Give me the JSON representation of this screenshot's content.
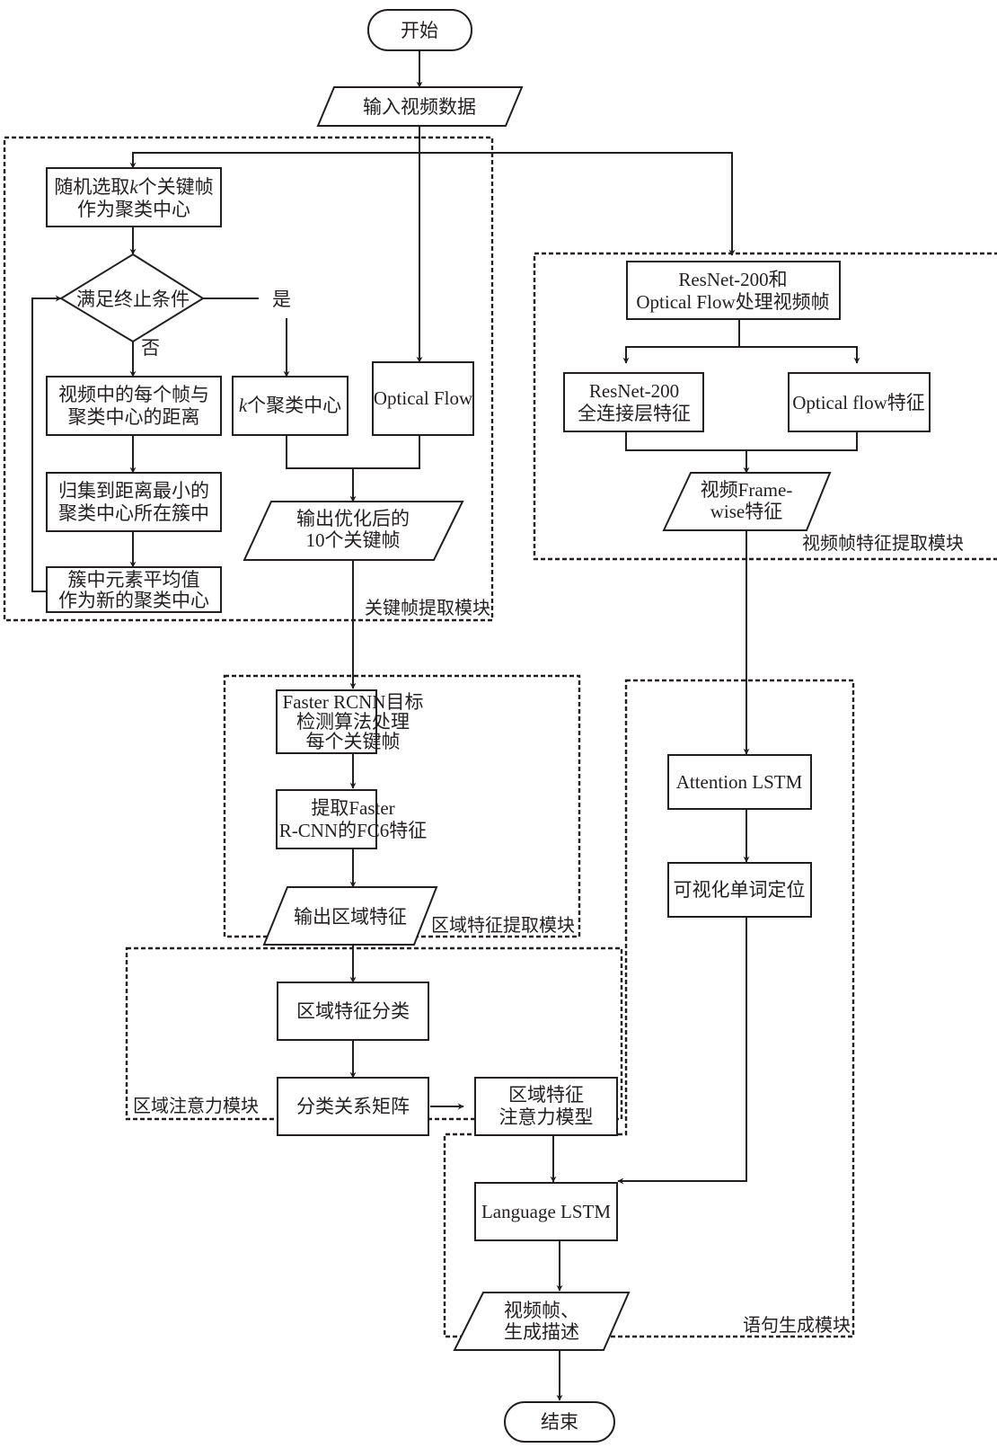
{
  "diagram": {
    "type": "flowchart",
    "accent_color": "#231f20",
    "background_color": "#ffffff",
    "nodes": {
      "start": {
        "shape": "terminal",
        "lines": [
          "开始"
        ]
      },
      "input": {
        "shape": "parallelogram",
        "lines": [
          "输入视频数据"
        ]
      },
      "random_select": {
        "shape": "process",
        "lines": [
          "随机选取k个关键帧",
          "作为聚类中心"
        ],
        "italic_prefix": "k"
      },
      "decision": {
        "shape": "decision",
        "lines": [
          "满足终止条件"
        ],
        "yes_label": "是",
        "no_label": "否"
      },
      "distance": {
        "shape": "process",
        "lines": [
          "视频中的每个帧与",
          "聚类中心的距离"
        ]
      },
      "assign": {
        "shape": "process",
        "lines": [
          "归集到距离最小的",
          "聚类中心所在簇中"
        ]
      },
      "update": {
        "shape": "process",
        "lines": [
          "簇中元素平均值",
          "作为新的聚类中心"
        ]
      },
      "k_centers": {
        "shape": "process",
        "lines": [
          "k个聚类中心"
        ]
      },
      "optical_flow": {
        "shape": "process",
        "lines": [
          "Optical Flow"
        ]
      },
      "keyframes_out": {
        "shape": "parallelogram",
        "lines": [
          "输出优化后的",
          "10个关键帧"
        ]
      },
      "resnet_of": {
        "shape": "process",
        "lines": [
          "ResNet-200和",
          "Optical Flow处理视频帧"
        ]
      },
      "resnet_fc": {
        "shape": "process",
        "lines": [
          "ResNet-200",
          "全连接层特征"
        ]
      },
      "of_feature": {
        "shape": "process",
        "lines": [
          "Optical flow特征"
        ]
      },
      "framewise": {
        "shape": "parallelogram",
        "lines": [
          "视频Frame-",
          "wise特征"
        ]
      },
      "faster_rcnn": {
        "shape": "process",
        "lines": [
          "Faster RCNN目标",
          "检测算法处理",
          "每个关键帧"
        ]
      },
      "fc6": {
        "shape": "process",
        "lines": [
          "提取Faster",
          "R-CNN的FC6特征"
        ]
      },
      "region_out": {
        "shape": "parallelogram",
        "lines": [
          "输出区域特征"
        ]
      },
      "region_classify": {
        "shape": "process",
        "lines": [
          "区域特征分类"
        ]
      },
      "class_matrix": {
        "shape": "process",
        "lines": [
          "分类关系矩阵"
        ]
      },
      "region_attention": {
        "shape": "process",
        "lines": [
          "区域特征",
          "注意力模型"
        ]
      },
      "attention_lstm": {
        "shape": "process",
        "lines": [
          "Attention LSTM"
        ]
      },
      "word_locate": {
        "shape": "process",
        "lines": [
          "可视化单词定位"
        ]
      },
      "language_lstm": {
        "shape": "process",
        "lines": [
          "Language LSTM"
        ]
      },
      "caption_out": {
        "shape": "parallelogram",
        "lines": [
          "视频帧、",
          "生成描述"
        ]
      },
      "end": {
        "shape": "terminal",
        "lines": [
          "结束"
        ]
      }
    },
    "modules": {
      "keyframe": {
        "label": "关键帧提取模块"
      },
      "frame_feature": {
        "label": "视频帧特征提取模块"
      },
      "region_feature": {
        "label": "区域特征提取模块"
      },
      "region_attention": {
        "label": "区域注意力模块"
      },
      "sentence": {
        "label": "语句生成模块"
      }
    },
    "edges": [
      [
        "start",
        "input"
      ],
      [
        "input",
        "random_select"
      ],
      [
        "input",
        "optical_flow"
      ],
      [
        "input",
        "resnet_of"
      ],
      [
        "random_select",
        "decision"
      ],
      [
        "decision",
        "distance",
        "否"
      ],
      [
        "decision",
        "k_centers",
        "是"
      ],
      [
        "distance",
        "assign"
      ],
      [
        "assign",
        "update"
      ],
      [
        "update",
        "decision"
      ],
      [
        "k_centers",
        "keyframes_out"
      ],
      [
        "optical_flow",
        "keyframes_out"
      ],
      [
        "keyframes_out",
        "faster_rcnn"
      ],
      [
        "resnet_of",
        "resnet_fc"
      ],
      [
        "resnet_of",
        "of_feature"
      ],
      [
        "resnet_fc",
        "framewise"
      ],
      [
        "of_feature",
        "framewise"
      ],
      [
        "framewise",
        "attention_lstm"
      ],
      [
        "faster_rcnn",
        "fc6"
      ],
      [
        "fc6",
        "region_out"
      ],
      [
        "region_out",
        "region_classify"
      ],
      [
        "region_classify",
        "class_matrix"
      ],
      [
        "class_matrix",
        "region_attention"
      ],
      [
        "region_attention",
        "language_lstm"
      ],
      [
        "attention_lstm",
        "word_locate"
      ],
      [
        "word_locate",
        "language_lstm"
      ],
      [
        "language_lstm",
        "caption_out"
      ],
      [
        "caption_out",
        "end"
      ]
    ]
  }
}
